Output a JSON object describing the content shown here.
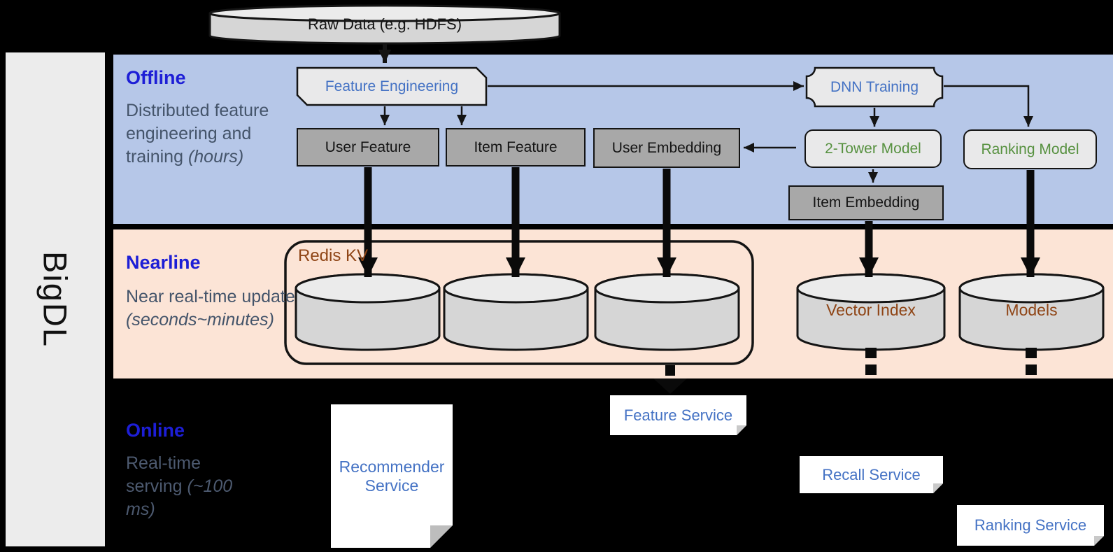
{
  "brand": {
    "name": "BigDL"
  },
  "sections": {
    "offline": {
      "title": "Offline",
      "desc_normal": "Distributed feature engineering and training ",
      "desc_italic": "(hours)"
    },
    "nearline": {
      "title": "Nearline",
      "desc_normal": "Near real-time update ",
      "desc_italic": "(seconds~minutes)"
    },
    "online": {
      "title": "Online",
      "desc_normal": "Real-time serving ",
      "desc_italic": "(~100 ms)"
    }
  },
  "nodes": {
    "raw_data": "Raw Data (e.g. HDFS)",
    "feature_engineering": "Feature Engineering",
    "dnn_training": "DNN Training",
    "user_feature": "User Feature",
    "item_feature": "Item Feature",
    "user_embedding": "User Embedding",
    "two_tower_model": "2-Tower Model",
    "ranking_model": "Ranking Model",
    "item_embedding": "Item Embedding",
    "redis_kv": "Redis KV",
    "vector_index": "Vector Index",
    "models": "Models",
    "recommender_service": "Recommender Service",
    "feature_service": "Feature Service",
    "recall_service": "Recall Service",
    "ranking_service": "Ranking Service"
  },
  "colors": {
    "offline_band": "#b6c7e8",
    "nearline_band": "#fce4d6",
    "section_title_blue": "#1d1ed6",
    "node_text_blue": "#4472c4",
    "model_text_green": "#579140",
    "storage_text_brown": "#8f4516",
    "gray_box_fill": "#a8a8a8",
    "light_box_fill": "#e9e9ea",
    "cylinder_fill": "#d6d6d6"
  }
}
